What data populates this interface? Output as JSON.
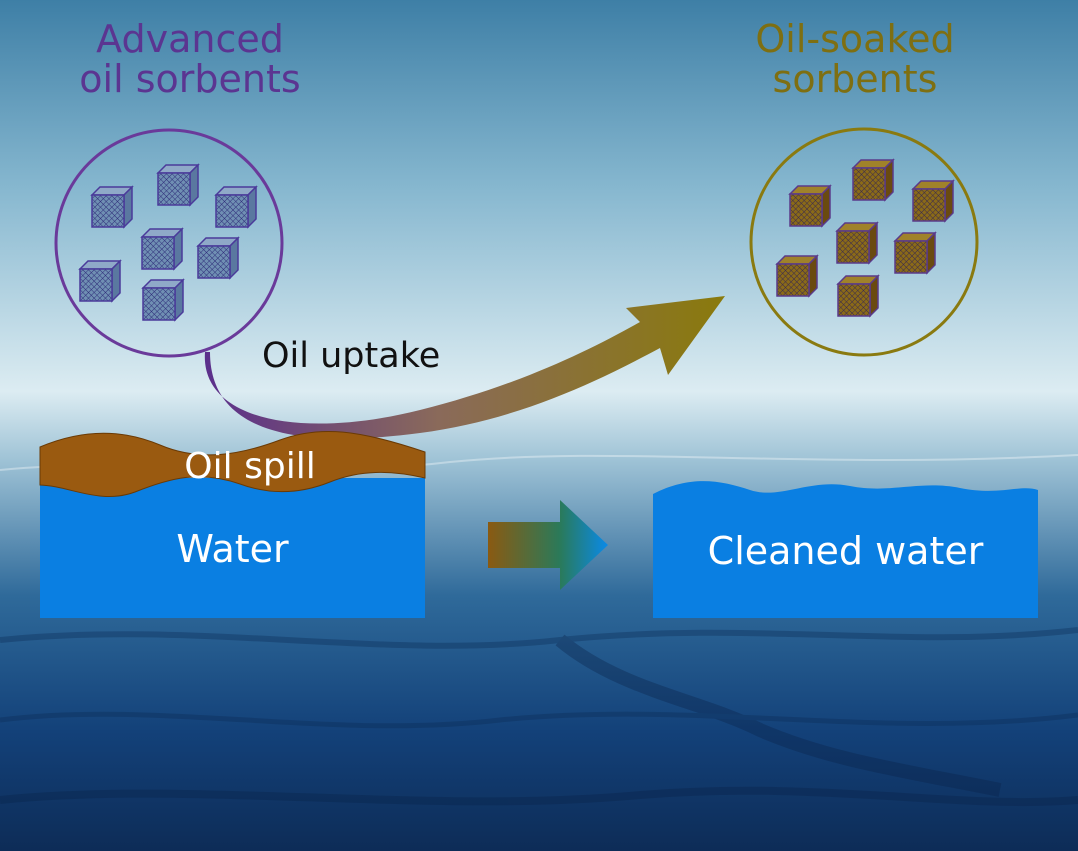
{
  "labels": {
    "advanced_sorbents": "Advanced\noil sorbents",
    "oil_soaked_sorbents": "Oil-soaked\nsorbents",
    "oil_uptake": "Oil uptake",
    "oil_spill": "Oil spill",
    "water": "Water",
    "cleaned_water": "Cleaned water"
  },
  "colors": {
    "sky_top": "#3e7fa6",
    "sky_haze": "#dfeef3",
    "sea_deep": "#0e3466",
    "water_blue": "#0a7fe2",
    "oil_brown": "#9a5a10",
    "purple": "#5b3591",
    "olive": "#7e6f12",
    "clean_cube_fill": "#6f8fb3",
    "soaked_cube_fill": "#7d5c14"
  }
}
